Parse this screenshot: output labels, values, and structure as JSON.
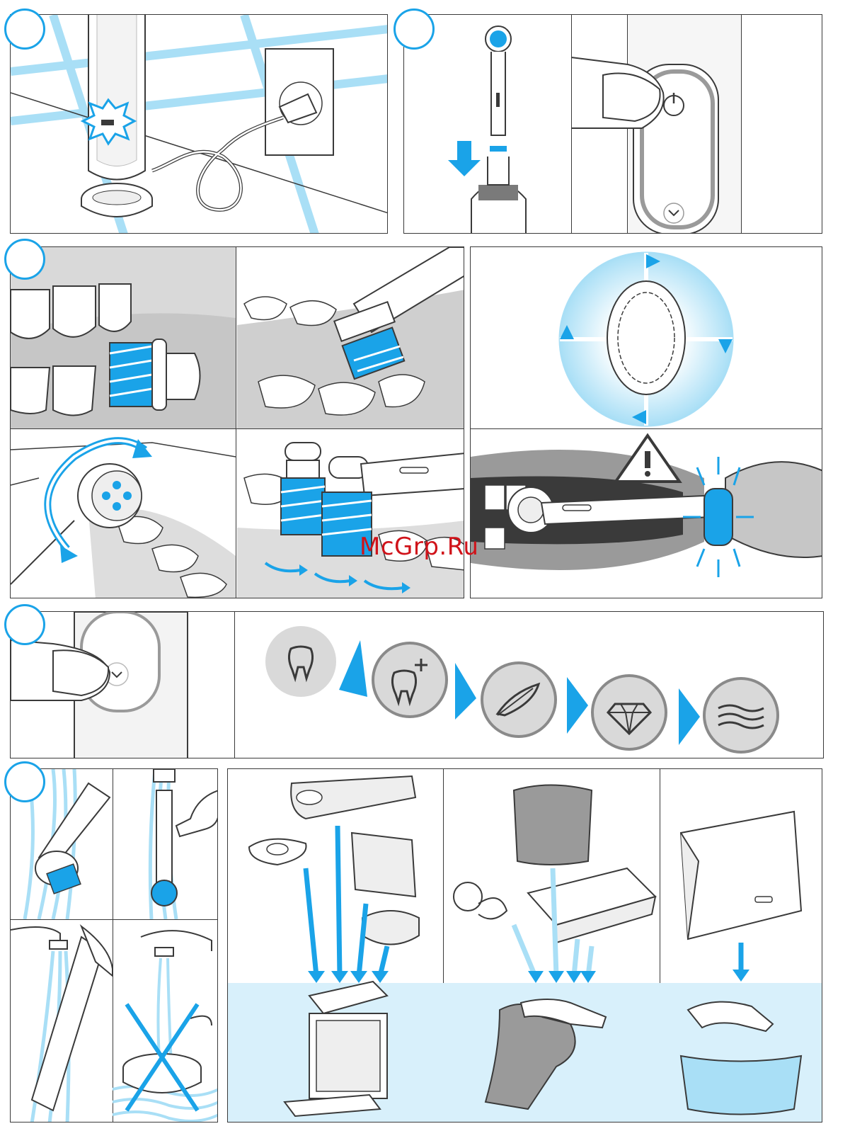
{
  "watermark": {
    "text": "McGrp.Ru"
  },
  "colors": {
    "accent": "#1aa3e8",
    "water": "#a9dff6",
    "outline": "#3a3a3a",
    "tray_bg": "#d8f0fb",
    "grey_fill": "#d9d9d9"
  },
  "steps": [
    {
      "id": 1,
      "icons": [
        "charger-outlet-illustration",
        "charging-indicator-flash"
      ]
    },
    {
      "id": 2,
      "icons": [
        "brush-head-attach-illustration",
        "power-button-press-illustration"
      ]
    },
    {
      "id": 3,
      "icons": [
        "brushing-front-teeth",
        "brushing-back-teeth",
        "quadrant-timer-diagram",
        "rotation-motion",
        "tooth-by-tooth-motion",
        "pressure-warning-light"
      ]
    },
    {
      "id": 4,
      "icons": [
        "mode-button-press"
      ],
      "modes": [
        "tooth-icon",
        "tooth-plus-icon",
        "feather-icon",
        "diamond-icon",
        "waves-icon"
      ]
    },
    {
      "id": 5,
      "icons": [
        "rinse-head",
        "rinse-handle",
        "rinse-handle-tilted",
        "no-charger-rinse"
      ],
      "care": [
        "dishwasher-safe-parts",
        "wipe-travel-case",
        "hand-wash-pouch"
      ]
    }
  ]
}
